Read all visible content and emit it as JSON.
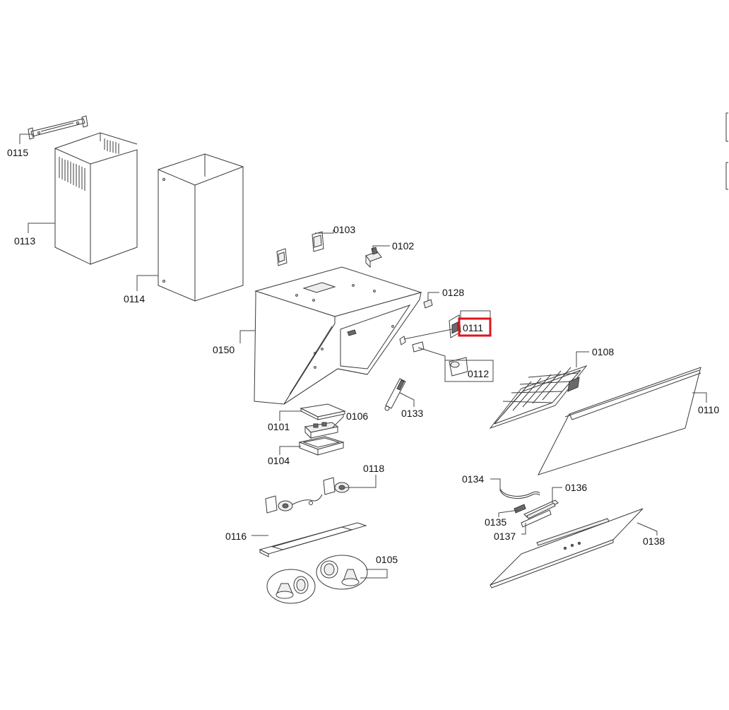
{
  "diagram": {
    "highlight_color": "#e0141e",
    "highlighted_part": "0111",
    "parts": [
      {
        "id": "p0115",
        "label": "0115"
      },
      {
        "id": "p0113",
        "label": "0113"
      },
      {
        "id": "p0114",
        "label": "0114"
      },
      {
        "id": "p0103",
        "label": "0103"
      },
      {
        "id": "p0102",
        "label": "0102"
      },
      {
        "id": "p0128",
        "label": "0128"
      },
      {
        "id": "p0111",
        "label": "0111"
      },
      {
        "id": "p0112",
        "label": "0112"
      },
      {
        "id": "p0150",
        "label": "0150"
      },
      {
        "id": "p0108",
        "label": "0108"
      },
      {
        "id": "p0110",
        "label": "0110"
      },
      {
        "id": "p0133",
        "label": "0133"
      },
      {
        "id": "p0101",
        "label": "0101"
      },
      {
        "id": "p0106",
        "label": "0106"
      },
      {
        "id": "p0104",
        "label": "0104"
      },
      {
        "id": "p0118",
        "label": "0118"
      },
      {
        "id": "p0116",
        "label": "0116"
      },
      {
        "id": "p0105",
        "label": "0105"
      },
      {
        "id": "p0134",
        "label": "0134"
      },
      {
        "id": "p0136",
        "label": "0136"
      },
      {
        "id": "p0135",
        "label": "0135"
      },
      {
        "id": "p0137",
        "label": "0137"
      },
      {
        "id": "p0138",
        "label": "0138"
      }
    ]
  }
}
